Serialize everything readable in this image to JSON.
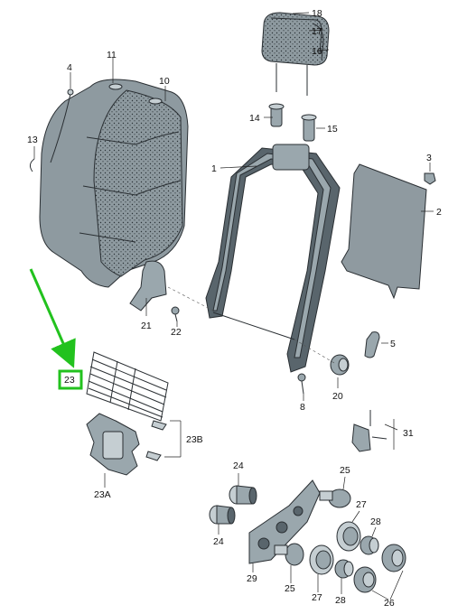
{
  "labels": {
    "l1": "1",
    "l2": "2",
    "l3": "3",
    "l4": "4",
    "l5": "5",
    "l8": "8",
    "l10": "10",
    "l11": "11",
    "l13": "13",
    "l14": "14",
    "l15": "15",
    "l16": "16",
    "l17": "17",
    "l18": "18",
    "l20": "20",
    "l21": "21",
    "l22": "22",
    "l23": "23",
    "l23A": "23A",
    "l23B": "23B",
    "l24a": "24",
    "l24b": "24",
    "l25a": "25",
    "l25b": "25",
    "l26": "26",
    "l27a": "27",
    "l27b": "27",
    "l28a": "28",
    "l28b": "28",
    "l29": "29",
    "l31": "31"
  },
  "colors": {
    "highlight_box": "#22c21e",
    "arrow": "#22c21e",
    "foam": "#8e9aa0",
    "metal": "#9aa7ad"
  }
}
